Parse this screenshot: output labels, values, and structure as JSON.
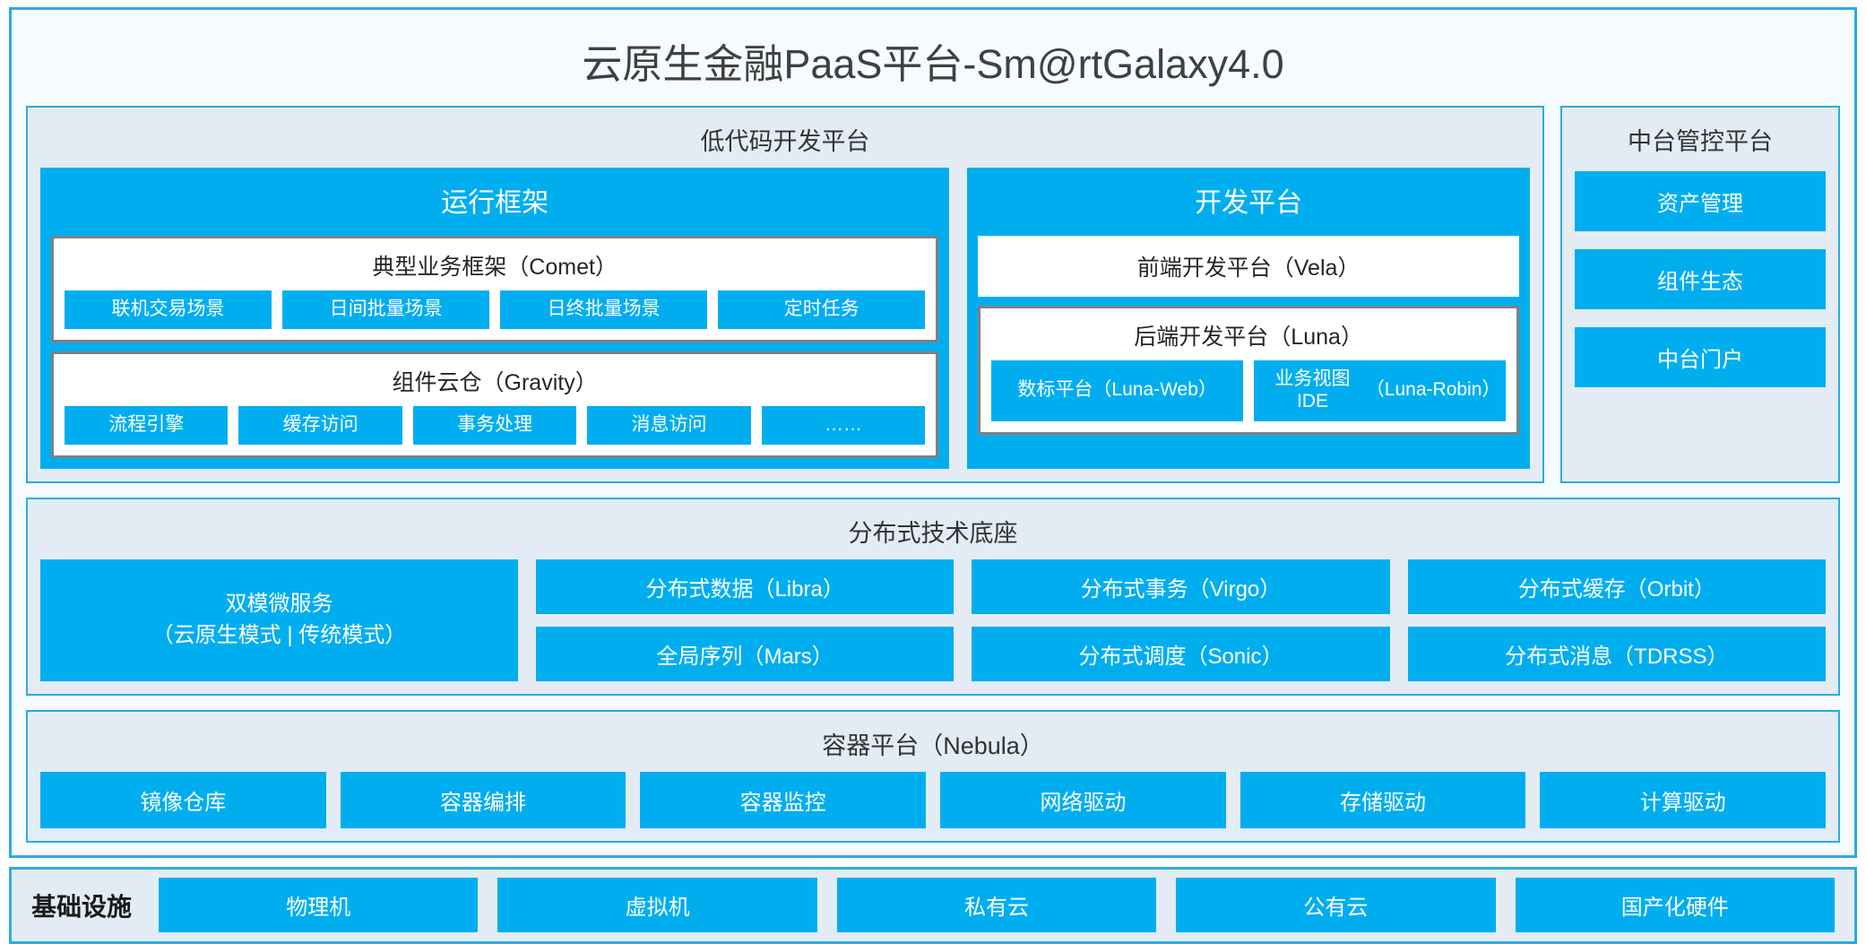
{
  "title": "云原生金融PaaS平台-Sm@rtGalaxy4.0",
  "colors": {
    "accent": "#00AEEF",
    "border": "#2aace3",
    "panel_bg": "#e3ecf5",
    "card_bg": "#f5fbfe",
    "inner_border": "#808080"
  },
  "lowcode": {
    "title": "低代码开发平台",
    "runtime": {
      "title": "运行框架",
      "groups": [
        {
          "title": "典型业务框架（Comet）",
          "items": [
            "联机交易场景",
            "日间批量场景",
            "日终批量场景",
            "定时任务"
          ]
        },
        {
          "title": "组件云仓（Gravity）",
          "items": [
            "流程引擎",
            "缓存访问",
            "事务处理",
            "消息访问",
            "……"
          ]
        }
      ]
    },
    "devplatform": {
      "title": "开发平台",
      "frontend": "前端开发平台（Vela）",
      "backend": {
        "title": "后端开发平台（Luna）",
        "items": [
          "数标平台\n（Luna-Web）",
          "业务视图IDE\n（Luna-Robin）"
        ]
      }
    }
  },
  "control": {
    "title": "中台管控平台",
    "items": [
      "资产管理",
      "组件生态",
      "中台门户"
    ]
  },
  "base": {
    "title": "分布式技术底座",
    "highlight": "双模微服务\n（云原生模式 | 传统模式）",
    "columns": [
      [
        "分布式数据（Libra）",
        "全局序列（Mars）"
      ],
      [
        "分布式事务（Virgo）",
        "分布式调度（Sonic）"
      ],
      [
        "分布式缓存（Orbit）",
        "分布式消息（TDRSS）"
      ]
    ]
  },
  "container": {
    "title": "容器平台（Nebula）",
    "items": [
      "镜像仓库",
      "容器编排",
      "容器监控",
      "网络驱动",
      "存储驱动",
      "计算驱动"
    ]
  },
  "infra": {
    "label": "基础设施",
    "items": [
      "物理机",
      "虚拟机",
      "私有云",
      "公有云",
      "国产化硬件"
    ]
  }
}
